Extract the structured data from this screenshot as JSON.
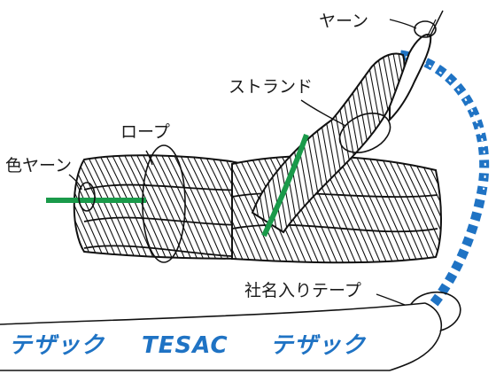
{
  "labels": {
    "yarn": "ヤーン",
    "strand": "ストランド",
    "rope": "ロープ",
    "color_yarn": "色ヤーン",
    "tape": "社名入りテープ"
  },
  "tape_text": {
    "left": "テザック",
    "center": "TESAC",
    "right": "テザック"
  },
  "colors": {
    "green_marker": "#1a9a4a",
    "tape_blue": "#1f73c4",
    "ink": "#111111"
  }
}
